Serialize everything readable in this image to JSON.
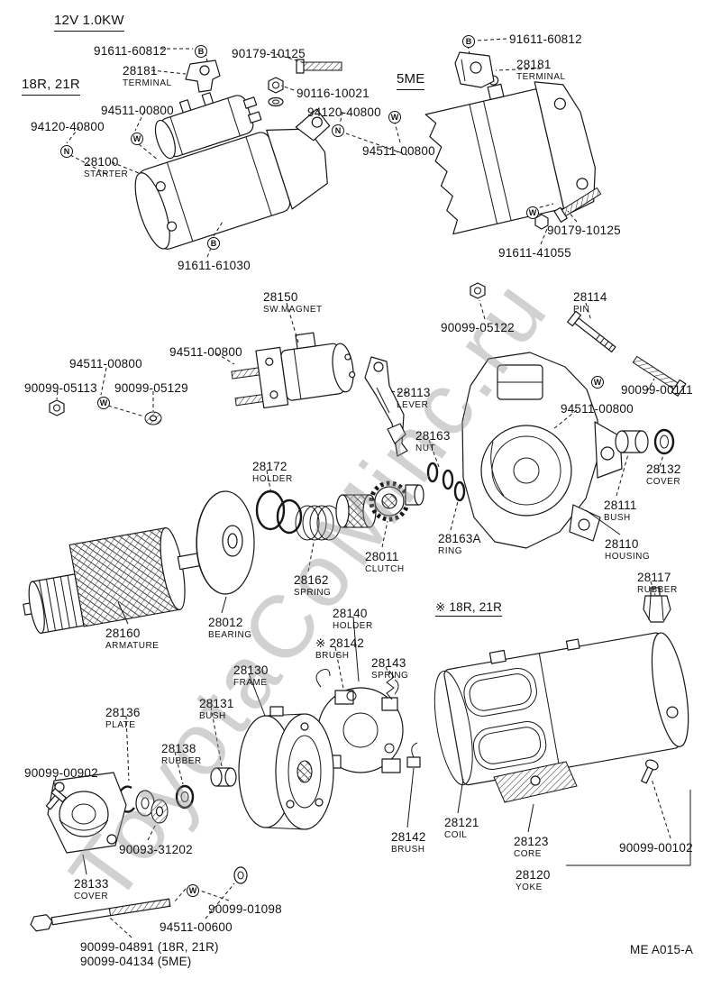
{
  "diagram": {
    "spec_label": "12V 1.0KW",
    "watermark": "ToyotaCoMinc.ru",
    "drawing_code": "ME A015-A"
  },
  "labels": [
    {
      "text": "91611-60812"
    },
    {
      "text": "28181",
      "sub": "TERMINAL"
    },
    {
      "text": "90179-10125"
    },
    {
      "text": "18R, 21R"
    },
    {
      "text": "94511-00800"
    },
    {
      "text": "94120-40800"
    },
    {
      "text": "90116-10021"
    },
    {
      "text": "94120-40800"
    },
    {
      "text": "28100",
      "sub": "STARTER"
    },
    {
      "text": "91611-61030"
    },
    {
      "text": "91611-60812"
    },
    {
      "text": "28181",
      "sub": "TERMINAL"
    },
    {
      "text": "5ME"
    },
    {
      "text": "94511-00800"
    },
    {
      "text": "90179-10125"
    },
    {
      "text": "91611-41055"
    },
    {
      "text": "28150",
      "sub": "SW.MAGNET"
    },
    {
      "text": "28114",
      "sub": "PIN"
    },
    {
      "text": "90099-05122"
    },
    {
      "text": "94511-00800"
    },
    {
      "text": "94511-00800"
    },
    {
      "text": "90099-05113"
    },
    {
      "text": "90099-05129"
    },
    {
      "text": "28113",
      "sub": "LEVER"
    },
    {
      "text": "90099-00111"
    },
    {
      "text": "94511-00800"
    },
    {
      "text": "28163",
      "sub": "NUT"
    },
    {
      "text": "28172",
      "sub": "HOLDER"
    },
    {
      "text": "28132",
      "sub": "COVER"
    },
    {
      "text": "28111",
      "sub": "BUSH"
    },
    {
      "text": "28163A",
      "sub": "RING"
    },
    {
      "text": "28011",
      "sub": "CLUTCH"
    },
    {
      "text": "28110",
      "sub": "HOUSING"
    },
    {
      "text": "28162",
      "sub": "SPRING"
    },
    {
      "text": "28117",
      "sub": "RUBBER"
    },
    {
      "text": "28160",
      "sub": "ARMATURE"
    },
    {
      "text": "28012",
      "sub": "BEARING"
    },
    {
      "text": "28140",
      "sub": "HOLDER"
    },
    {
      "text": "※ 18R, 21R"
    },
    {
      "text": "※ 28142",
      "sub": "BRUSH"
    },
    {
      "text": "28143",
      "sub": "SPRING"
    },
    {
      "text": "28130",
      "sub": "FRAME"
    },
    {
      "text": "28131",
      "sub": "BUSH"
    },
    {
      "text": "28136",
      "sub": "PLATE"
    },
    {
      "text": "28138",
      "sub": "RUBBER"
    },
    {
      "text": "90099-00902"
    },
    {
      "text": "90093-31202"
    },
    {
      "text": "28133",
      "sub": "COVER"
    },
    {
      "text": "90099-01098"
    },
    {
      "text": "94511-00600"
    },
    {
      "text": "90099-04891 (18R, 21R)"
    },
    {
      "text": "90099-04134 (5ME)"
    },
    {
      "text": "28142",
      "sub": "BRUSH"
    },
    {
      "text": "28121",
      "sub": "COIL"
    },
    {
      "text": "28123",
      "sub": "CORE"
    },
    {
      "text": "28120",
      "sub": "YOKE"
    },
    {
      "text": "90099-00102"
    }
  ],
  "markers": [
    {
      "letter": "B"
    },
    {
      "letter": "W"
    },
    {
      "letter": "N"
    },
    {
      "letter": "B"
    },
    {
      "letter": "B"
    },
    {
      "letter": "W"
    },
    {
      "letter": "N"
    },
    {
      "letter": "W"
    },
    {
      "letter": "W"
    },
    {
      "letter": "W"
    },
    {
      "letter": "W"
    }
  ]
}
